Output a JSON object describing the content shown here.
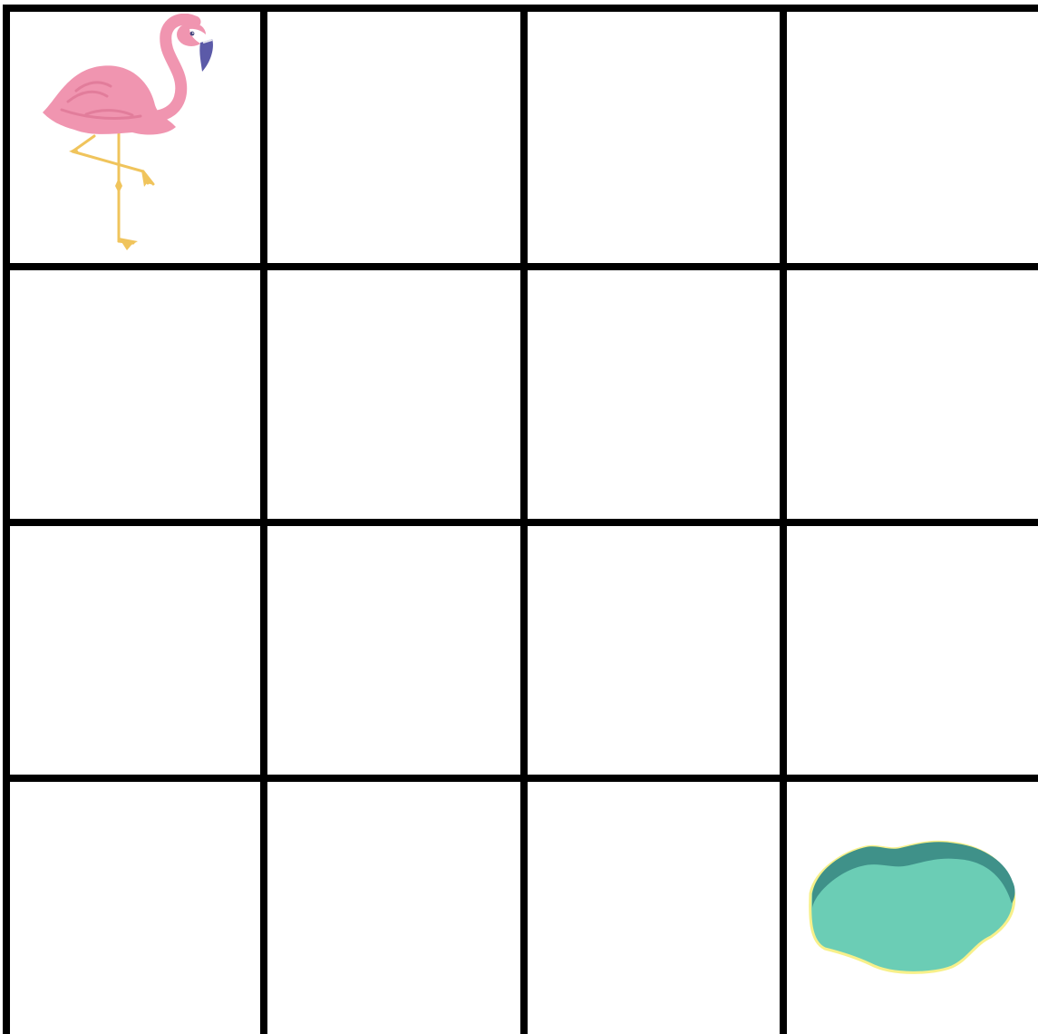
{
  "board": {
    "rows": 4,
    "columns": 4,
    "line_color": "#000000",
    "background_color": "#ffffff"
  },
  "pieces": {
    "flamingo": {
      "icon": "flamingo-icon",
      "row": 1,
      "column": 1,
      "colors": {
        "body": "#f095b0",
        "wing_detail": "#e27d9b",
        "legs": "#f0c45c",
        "beak": "#5b5aa8",
        "face": "#ffffff"
      }
    },
    "pond": {
      "icon": "pond-icon",
      "row": 4,
      "column": 4,
      "colors": {
        "water": "#6bcdb5",
        "depth": "#3f9189",
        "rim": "#f7f08a"
      }
    }
  }
}
